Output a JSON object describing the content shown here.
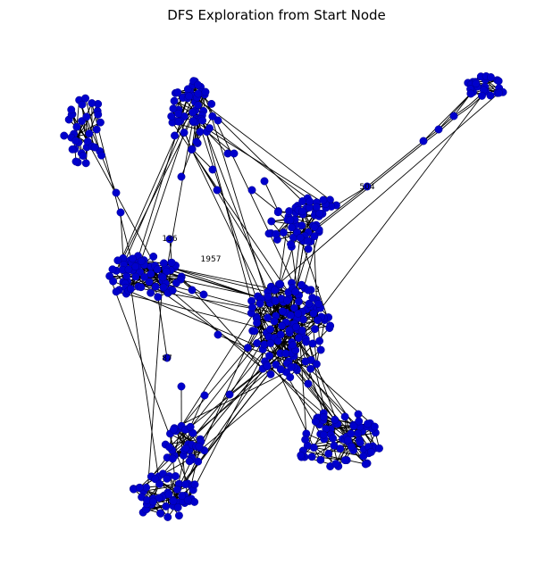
{
  "title": "DFS Exploration from Start Node",
  "visible_node_labels": [
    "1957",
    "504",
    "136",
    "87",
    "3"
  ]
}
